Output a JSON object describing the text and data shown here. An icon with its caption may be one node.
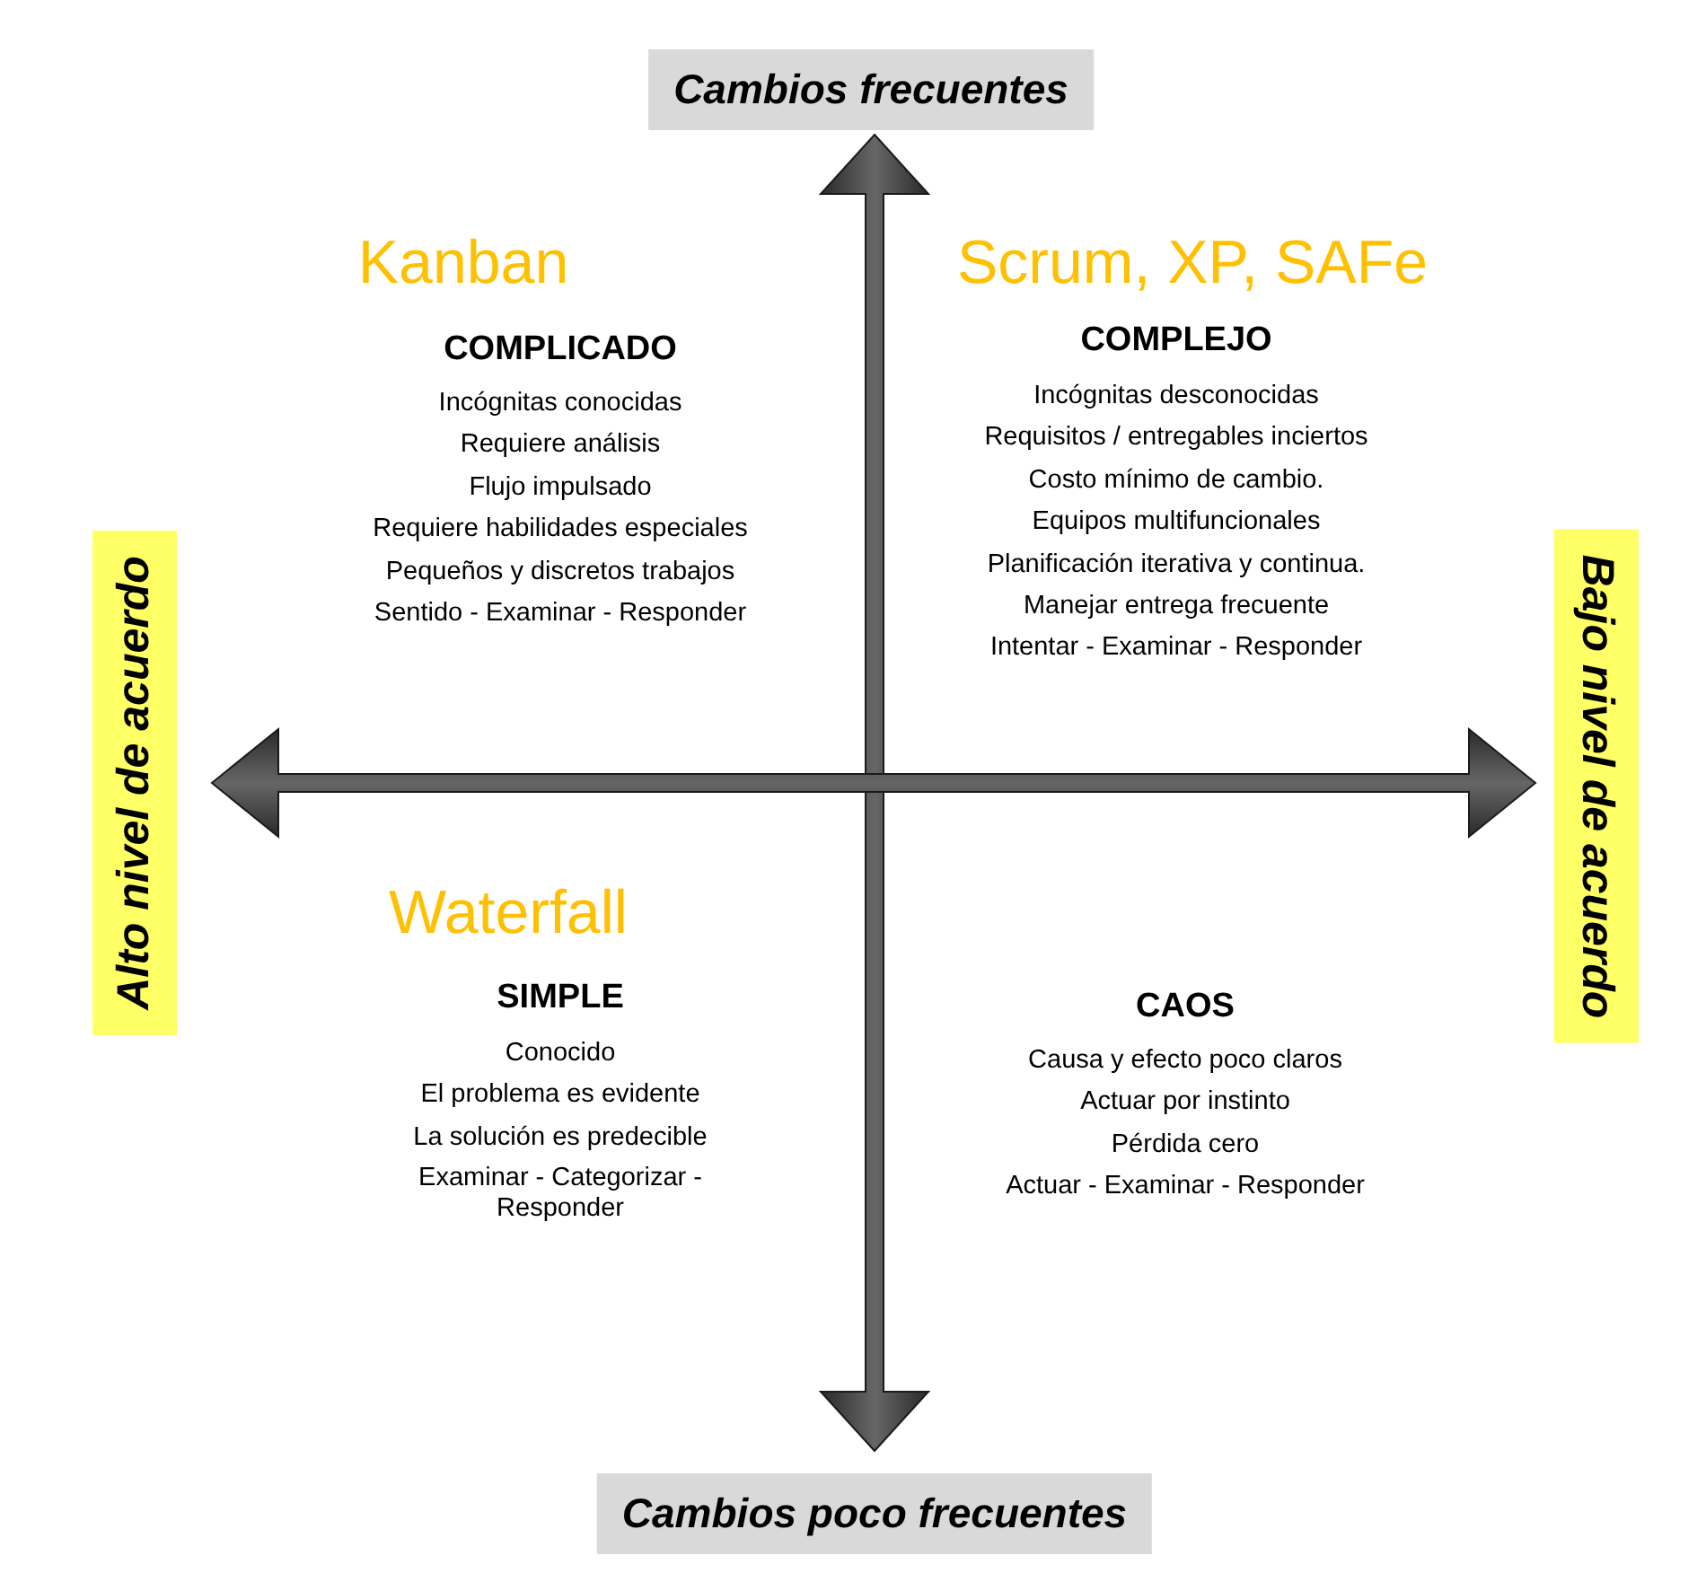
{
  "diagram": {
    "labels": [
      "Cambios frecuentes",
      "Kanban",
      "COMPLICADO",
      "Incógnitas conocidas",
      "Requiere análisis",
      "Flujo impulsado",
      "Requiere habilidades especiales",
      "Pequeños y discretos trabajos",
      "Sentido - Examinar - Responder",
      "Scrum, XP, SAFe",
      "COMPLEJO",
      "Incógnitas desconocidas",
      "Requisitos / entregables inciertos",
      "Costo mínimo de cambio.",
      "Equipos multifuncionales",
      "Planificación iterativa y continua.",
      "Manejar entrega frecuente",
      "Intentar - Examinar - Responder",
      "Alto nivel de acuerdo",
      "Bajo nivel de acuerdo",
      "Waterfall",
      "SIMPLE",
      "Conocido",
      "El problema es evidente",
      "La solución es predecible",
      "Examinar - Categorizar - Responder",
      "CAOS",
      "Causa y efecto poco claros",
      "Actuar por instinto",
      "Pérdida cero",
      "Actuar - Examinar - Responder",
      "Cambios poco frecuentes"
    ]
  }
}
